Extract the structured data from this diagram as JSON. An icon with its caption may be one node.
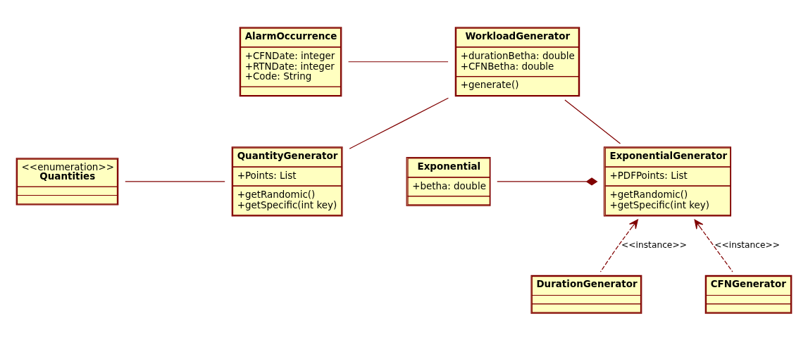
{
  "diagram": {
    "nodes": [
      {
        "text": [
          "AlarmOccurrence",
          "+CFNDate: integer",
          "+RTNDate: integer",
          "+Code: String"
        ]
      },
      {
        "text": [
          "WorkloadGenerator",
          "+durationBetha: double",
          "+CFNBetha: double",
          "+generate()"
        ]
      },
      {
        "text": [
          "<<enumeration>>",
          "Quantities"
        ]
      },
      {
        "text": [
          "QuantityGenerator",
          "+Points: List",
          "+getRandomic()",
          "+getSpecific(int key)"
        ]
      },
      {
        "text": [
          "ExponentialGenerator",
          "+PDFPoints: List",
          "+getRandomic()",
          "+getSpecific(int key)"
        ]
      },
      {
        "text": [
          "Exponential",
          "+betha: double"
        ]
      },
      {
        "text": [
          "DurationGenerator"
        ]
      },
      {
        "text": [
          "CFNGenerator"
        ]
      }
    ],
    "edges": [
      {
        "from": 0,
        "to": 1,
        "arrow": "none"
      },
      {
        "from": 1,
        "to": 3,
        "arrow": "none"
      },
      {
        "from": 1,
        "to": 4,
        "arrow": "none"
      },
      {
        "from": 2,
        "to": 3,
        "arrow": "none"
      },
      {
        "from": 5,
        "to": 4,
        "arrow": "other"
      },
      {
        "from": 6,
        "to": 4,
        "arrow": "to",
        "style": "dashed",
        "label": "<<instance>>"
      },
      {
        "from": 7,
        "to": 4,
        "arrow": "to",
        "style": "dashed",
        "label": "<<instance>>"
      }
    ]
  }
}
